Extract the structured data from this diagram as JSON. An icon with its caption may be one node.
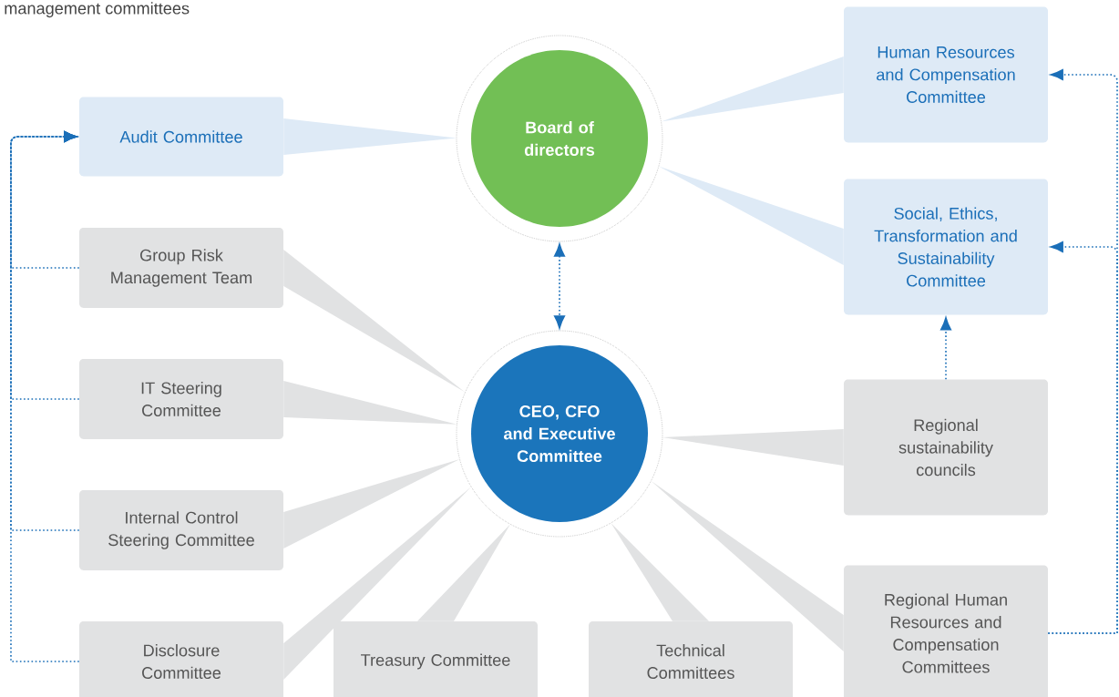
{
  "diagram": {
    "title": "management committees",
    "nodes": [
      {
        "text": [
          "Board of directors"
        ]
      },
      {
        "text": [
          "CEO, CFO and Executive Committee"
        ]
      },
      {
        "text": [
          "Audit Committee"
        ]
      },
      {
        "text": [
          "Human Resources and Compensation Committee"
        ]
      },
      {
        "text": [
          "Social, Ethics, Transformation and Sustainability Committee"
        ]
      },
      {
        "text": [
          "Group Risk Management Team"
        ]
      },
      {
        "text": [
          "IT Steering Committee"
        ]
      },
      {
        "text": [
          "Internal Control Steering Committee"
        ]
      },
      {
        "text": [
          "Disclosure Committee"
        ]
      },
      {
        "text": [
          "Treasury Committee"
        ]
      },
      {
        "text": [
          "Technical Committees"
        ]
      },
      {
        "text": [
          "Regional sustainability councils"
        ]
      },
      {
        "text": [
          "Regional Human Resources and Compensation Committees"
        ]
      }
    ],
    "edges": [
      {
        "from": 2,
        "to": 0,
        "arrow": "none",
        "color": "#deeaf6"
      },
      {
        "from": 3,
        "to": 0,
        "arrow": "none",
        "color": "#deeaf6"
      },
      {
        "from": 4,
        "to": 0,
        "arrow": "none",
        "color": "#deeaf6"
      },
      {
        "from": 5,
        "to": 1,
        "arrow": "none"
      },
      {
        "from": 6,
        "to": 1,
        "arrow": "none"
      },
      {
        "from": 7,
        "to": 1,
        "arrow": "none"
      },
      {
        "from": 8,
        "to": 1,
        "arrow": "none"
      },
      {
        "from": 9,
        "to": 1,
        "arrow": "none"
      },
      {
        "from": 10,
        "to": 1,
        "arrow": "none"
      },
      {
        "from": 11,
        "to": 1,
        "arrow": "none"
      },
      {
        "from": 12,
        "to": 1,
        "arrow": "none"
      },
      {
        "from": 0,
        "to": 1,
        "arrow": "both",
        "style": "dashed",
        "color": "#1b6fb8"
      },
      {
        "from": 11,
        "to": 4,
        "arrow": "to",
        "style": "dashed",
        "color": "#1b6fb8"
      },
      {
        "from": 5,
        "to": 2,
        "arrow": "to",
        "style": "dashed",
        "color": "#1b6fb8"
      },
      {
        "from": 6,
        "to": 2,
        "arrow": "to",
        "style": "dashed",
        "color": "#1b6fb8"
      },
      {
        "from": 7,
        "to": 2,
        "arrow": "to",
        "style": "dashed",
        "color": "#1b6fb8"
      },
      {
        "from": 8,
        "to": 2,
        "arrow": "to",
        "style": "dashed",
        "color": "#1b6fb8"
      },
      {
        "from": 12,
        "to": 3,
        "arrow": "to",
        "style": "dashed",
        "color": "#1b6fb8"
      },
      {
        "from": 12,
        "to": 4,
        "arrow": "to",
        "style": "dashed",
        "color": "#1b6fb8"
      }
    ]
  }
}
